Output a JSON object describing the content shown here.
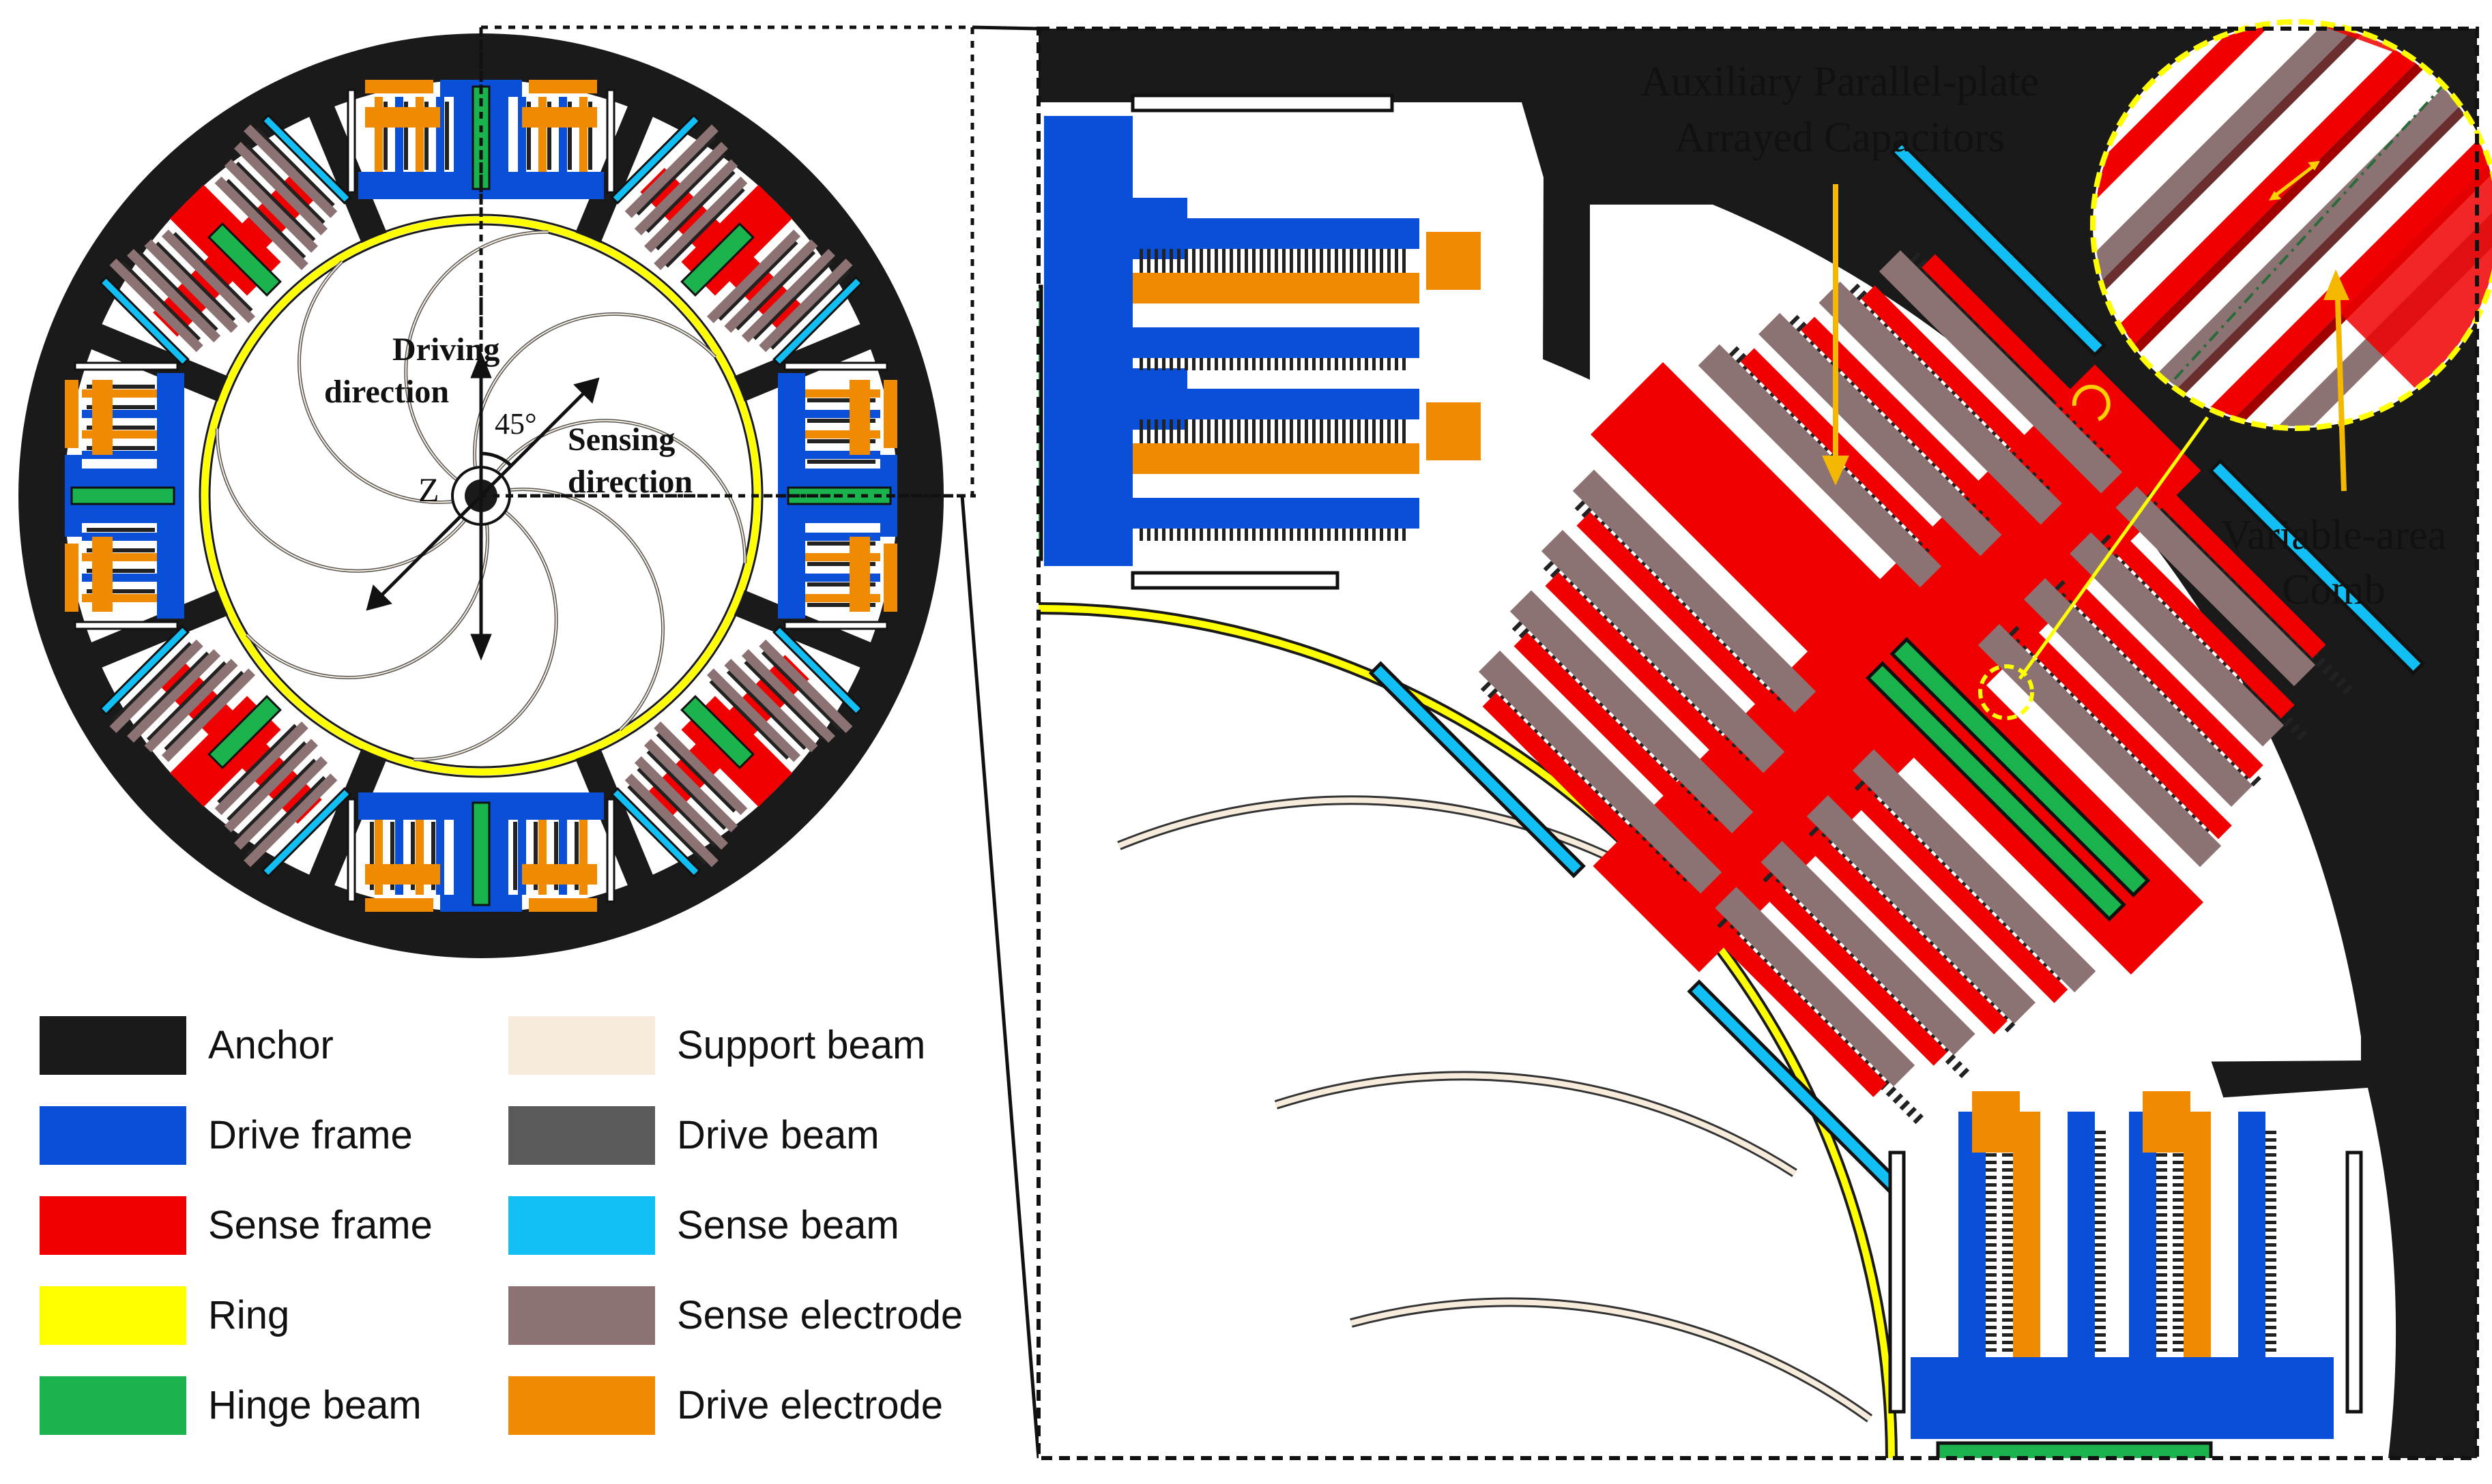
{
  "colors": {
    "anchor": "#1a1a1a",
    "drive_frame": "#0a4fd8",
    "sense_frame": "#f00000",
    "ring": "#ffff00",
    "hinge_beam": "#1ab34d",
    "support_beam": "#f7ecdc",
    "drive_beam": "#5a5a5a",
    "sense_beam": "#12bff5",
    "sense_electrode": "#8c7272",
    "drive_electrode": "#f08a00"
  },
  "legend": [
    {
      "label": "Anchor",
      "color": "#1a1a1a"
    },
    {
      "label": "Drive frame",
      "color": "#0a4fd8"
    },
    {
      "label": "Sense frame",
      "color": "#f00000"
    },
    {
      "label": "Ring",
      "color": "#ffff00"
    },
    {
      "label": "Hinge beam",
      "color": "#1ab34d"
    },
    {
      "label": "Support beam",
      "color": "#f7ecdc"
    },
    {
      "label": "Drive beam",
      "color": "#5a5a5a"
    },
    {
      "label": "Sense beam",
      "color": "#12bff5"
    },
    {
      "label": "Sense electrode",
      "color": "#8c7272"
    },
    {
      "label": "Drive electrode",
      "color": "#f08a00"
    }
  ],
  "overview": {
    "driving_line1": "Driving",
    "driving_line2": "direction",
    "sensing_line1": "Sensing",
    "sensing_line2": "direction",
    "angle": "45°",
    "axis_z": "Z"
  },
  "zoom": {
    "capacitors_line1": "Auxiliary Parallel-plate",
    "capacitors_line2": "Arrayed Capacitors",
    "comb_line1": "Variable-area",
    "comb_line2": "Comb"
  }
}
